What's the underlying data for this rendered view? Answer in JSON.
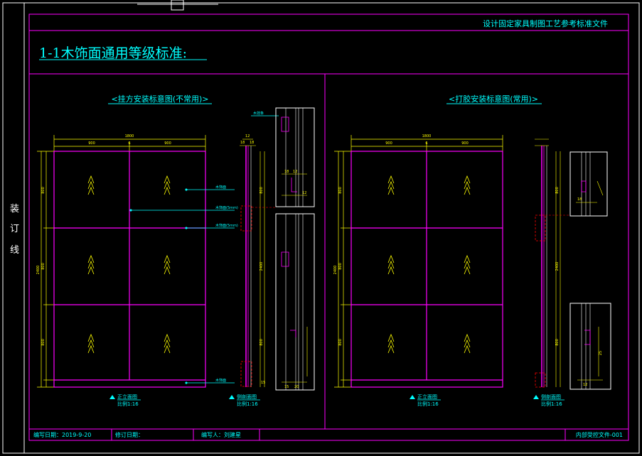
{
  "sheet": {
    "header_title": "设计固定家具制图工艺参考标准文件",
    "section_title": "1-1木饰面通用等级标准:",
    "binding_line": [
      "装",
      "订",
      "线"
    ]
  },
  "left_panel": {
    "title": "<挂方安装标意图(不常用)>",
    "front_view": {
      "label": "正立面图",
      "scale": "比例1:16"
    },
    "side_view": {
      "label": "侧剖面图",
      "scale": "比例1:16"
    },
    "overall_width": "1800",
    "split_widths": [
      "900",
      "900"
    ],
    "overall_height": "2400",
    "row_heights": [
      "800",
      "800",
      "800"
    ],
    "side_dims": [
      "12",
      "18",
      "18",
      "15"
    ],
    "detail_dims_top": [
      "18",
      "12",
      "12"
    ],
    "detail_dims_bottom": [
      "15",
      "20"
    ],
    "callouts": [
      "木挂条",
      "木饰面",
      "木饰面(5mm)",
      "木饰面(5mm)",
      "木饰面"
    ]
  },
  "right_panel": {
    "title": "<打胶安装标意图(常用)>",
    "front_view": {
      "label": "正立面图",
      "scale": "比例1:16"
    },
    "side_view": {
      "label": "侧剖面图",
      "scale": "比例1:16"
    },
    "overall_width": "1800",
    "split_widths": [
      "900",
      "900"
    ],
    "overall_height": "2400",
    "row_heights": [
      "800",
      "800",
      "800"
    ],
    "detail_dims": [
      "18",
      "12",
      "25"
    ]
  },
  "footer": {
    "date": "编写日期：2019-9-20",
    "revise_date": "修订日期：",
    "author": "编写人：刘建星",
    "doc_id": "内部受控文件-001"
  },
  "colors": {
    "frame": "#ff00ff",
    "text_accent": "#00ffff",
    "dimension": "#ffff00",
    "line": "#ffffff"
  }
}
